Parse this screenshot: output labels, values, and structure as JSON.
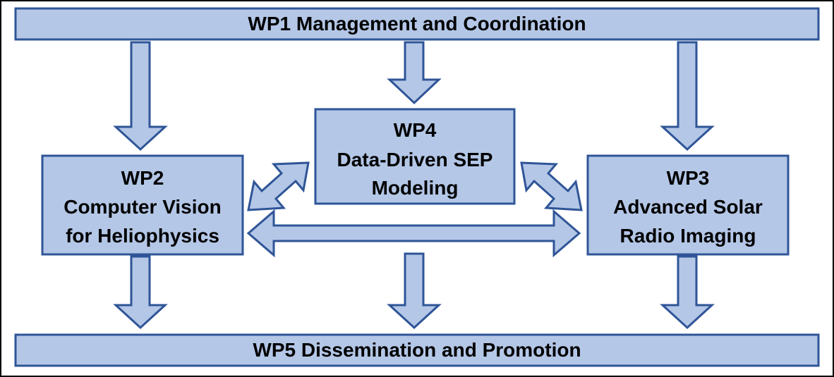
{
  "colors": {
    "box_fill": "#b4c7e7",
    "box_stroke": "#2f5597",
    "frame_stroke": "#000000",
    "text": "#000000"
  },
  "wp1": {
    "label": "WP1 Management and Coordination"
  },
  "wp2": {
    "lines": [
      "WP2",
      "Computer Vision",
      "for Heliophysics"
    ]
  },
  "wp3": {
    "lines": [
      "WP3",
      "Advanced Solar",
      "Radio Imaging"
    ]
  },
  "wp4": {
    "lines": [
      "WP4",
      "Data-Driven SEP",
      "Modeling"
    ]
  },
  "wp5": {
    "label": "WP5 Dissemination and Promotion"
  }
}
